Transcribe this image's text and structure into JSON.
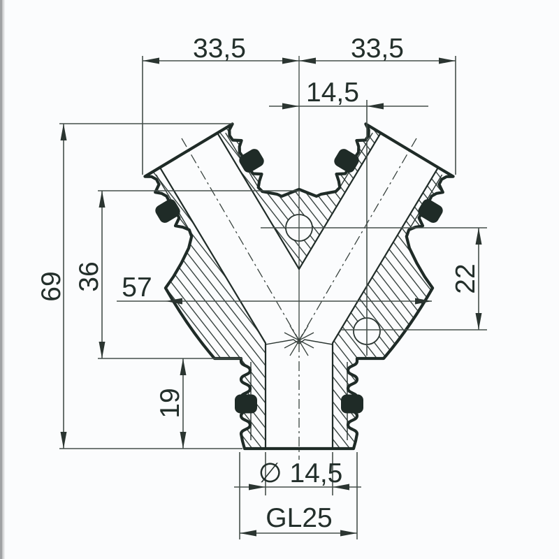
{
  "drawing": {
    "type": "technical-section-drawing",
    "subject": "y-hose-connector",
    "colors": {
      "background": "#fbfcfd",
      "outline": "#1f2b27",
      "dimension_lines": "#454f4b",
      "text": "#232f2b",
      "o_ring": "#1f2b27",
      "edge_strip": "#9fa1a3"
    },
    "labels": {
      "width_left": "33,5",
      "width_right": "33,5",
      "offset_top": "14,5",
      "height_total": "69",
      "height_upper": "36",
      "width_body": "57",
      "hole_spacing": "22",
      "height_lower": "19",
      "bore_diameter": "∅ 14,5",
      "thread": "GL25"
    }
  }
}
